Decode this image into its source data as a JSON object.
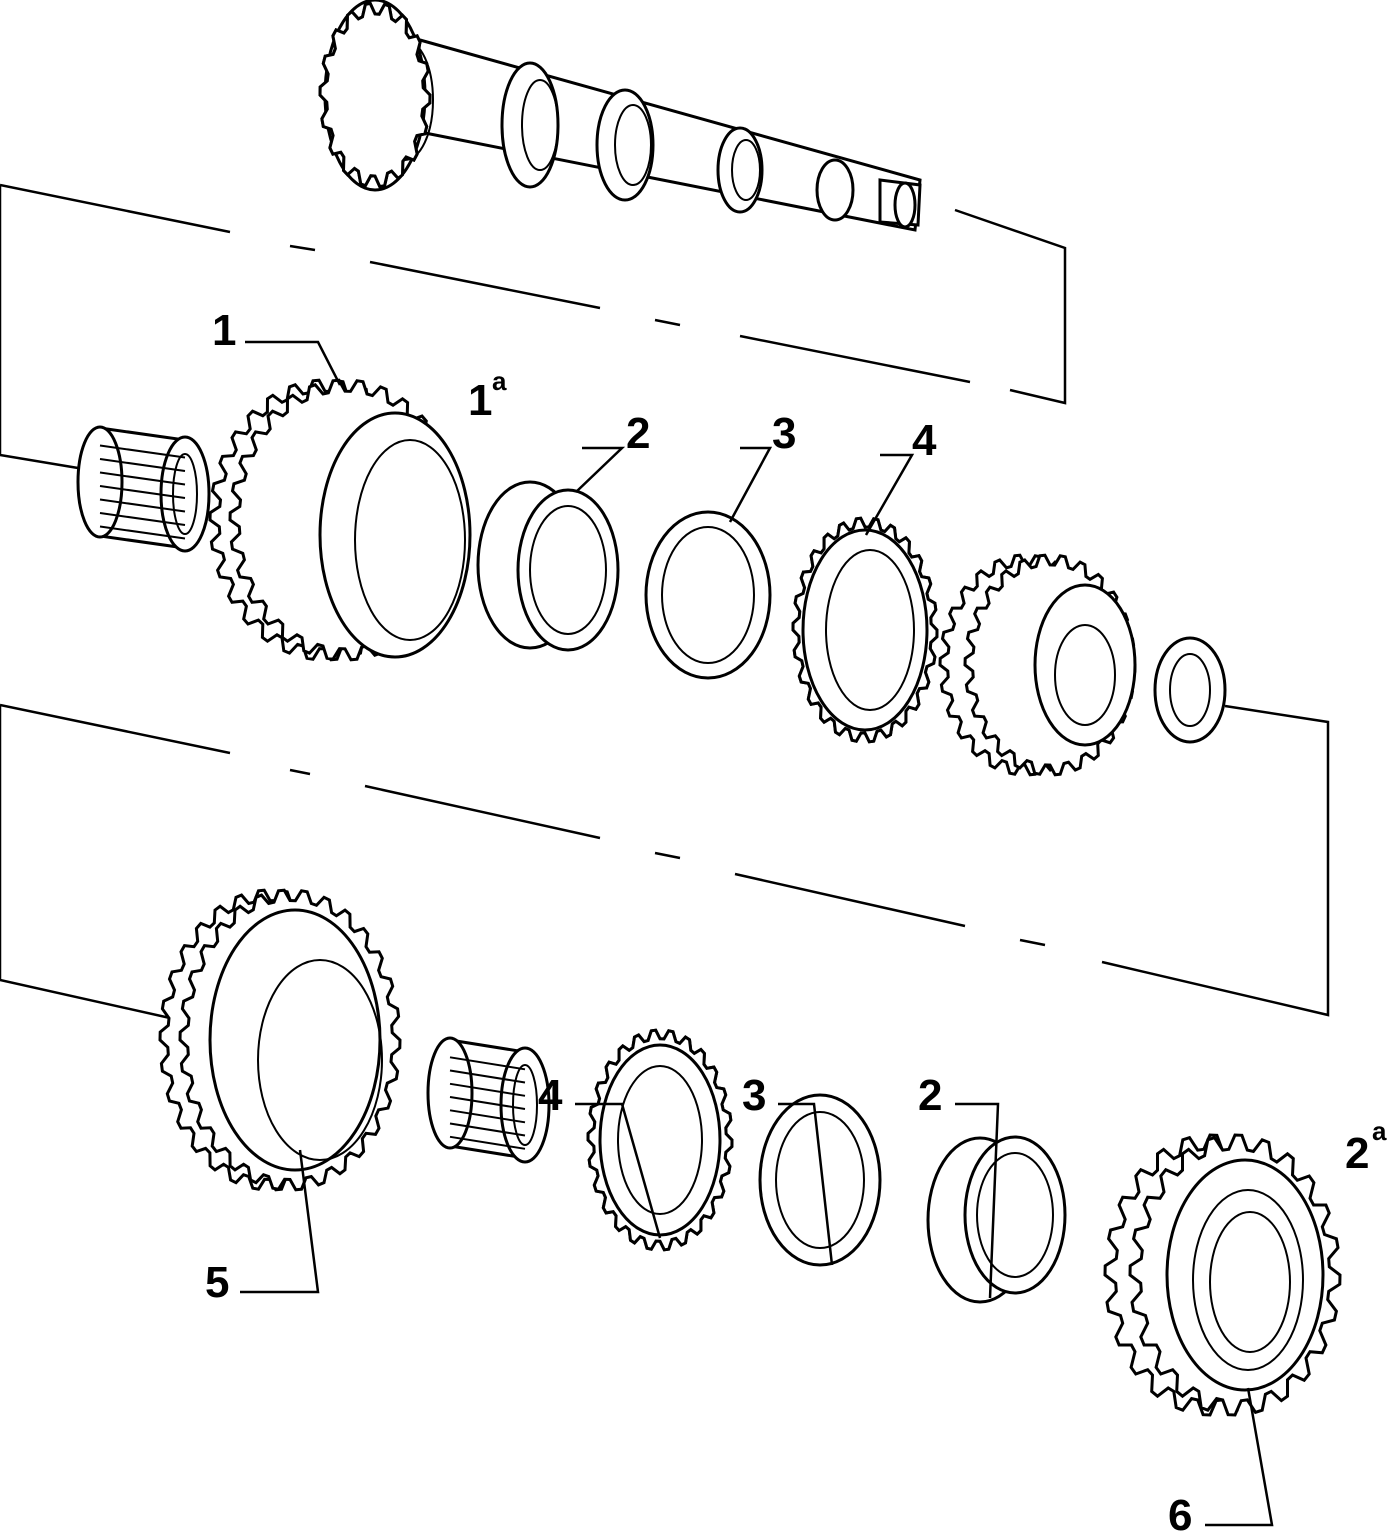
{
  "diagram": {
    "labels": {
      "l1": "1",
      "l2_top": "2",
      "l3_top": "3",
      "l4_top": "4",
      "l5": "5",
      "l4_bottom": "4",
      "l3_bottom": "3",
      "l2_bottom": "2",
      "l6": "6",
      "gear_first": "1",
      "gear_first_sup": "a",
      "gear_second": "2",
      "gear_second_sup": "a"
    },
    "colors": {
      "ink": "#000000",
      "paper": "#ffffff"
    }
  }
}
